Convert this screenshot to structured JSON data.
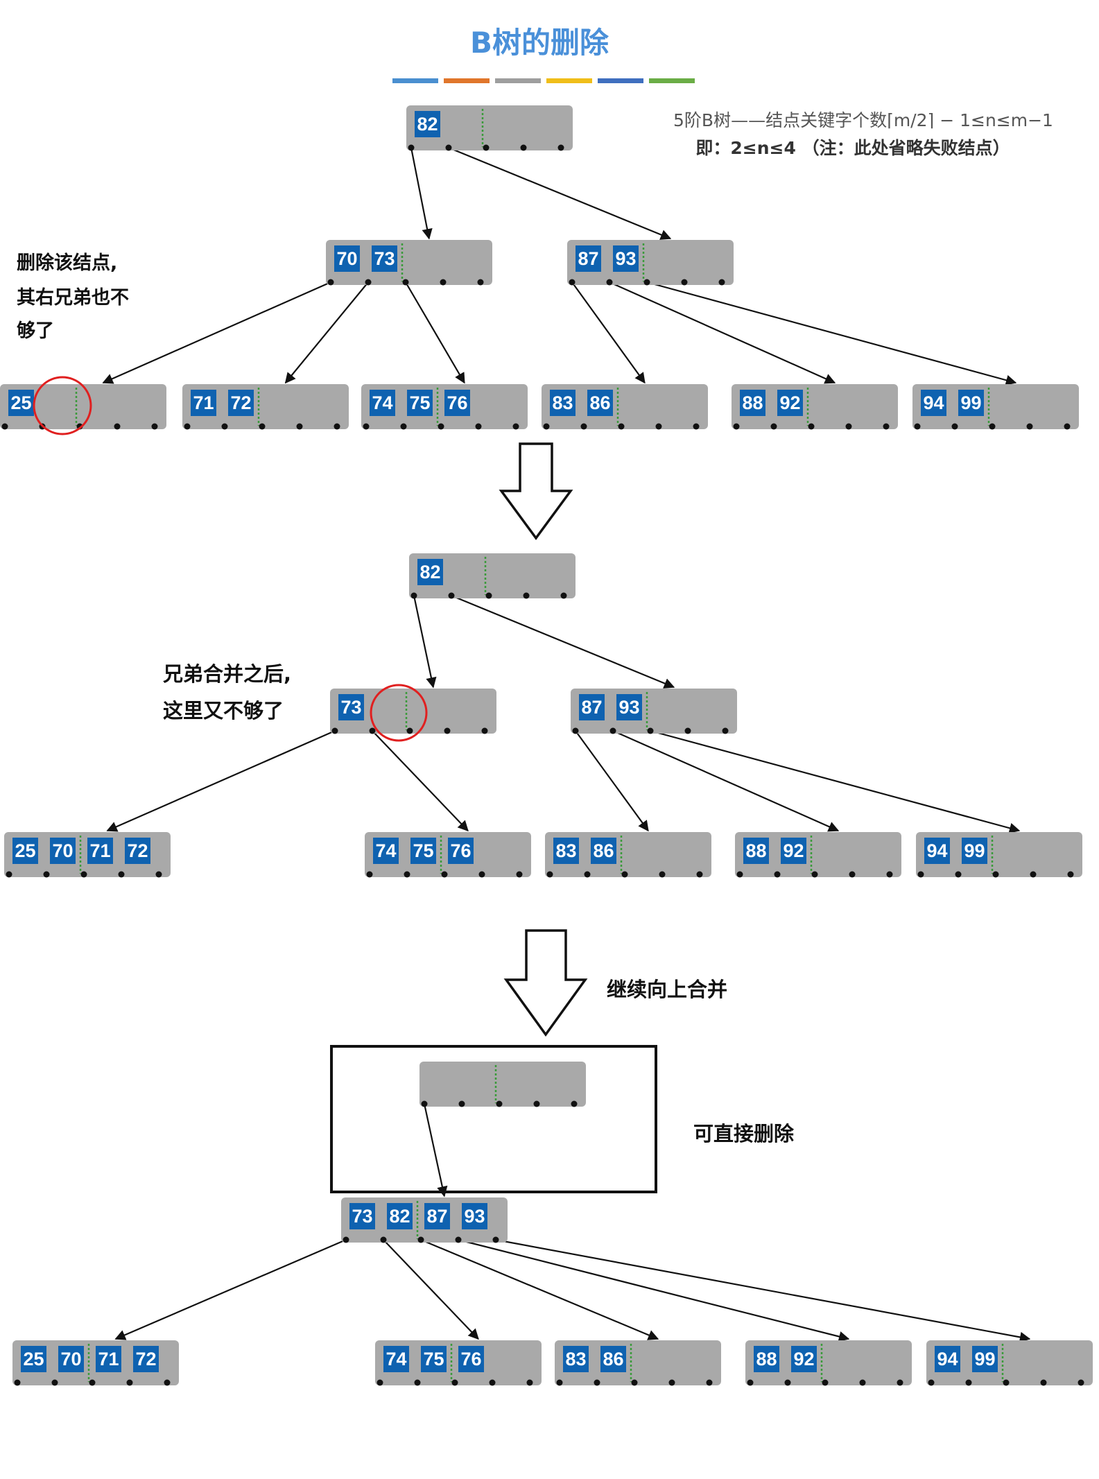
{
  "title": "B树的删除",
  "title_bar_colors": [
    "#4a8fd0",
    "#e0762b",
    "#9e9e9e",
    "#f0be19",
    "#3f6fbf",
    "#6aad46"
  ],
  "rule_line1": "5阶B树——结点关键字个数⌈m/2⌉ − 1≤n≤m−1",
  "rule_line2": "即：2≤n≤4 （注：此处省略失败结点）",
  "annotations": {
    "step1": [
      "删除该结点,",
      "其右兄弟也不",
      "够了"
    ],
    "step2": [
      "兄弟合并之后,",
      "这里又不够了"
    ],
    "step3": "继续向上合并",
    "step4": "可直接删除"
  },
  "colors": {
    "node_fill": "#a9a9a9",
    "key_fill": "#0f62b0",
    "key_text": "#ffffff",
    "divider": "#3a9a3a",
    "highlight_circle": "#e02020",
    "title_color": "#4a90d9"
  },
  "stages": [
    {
      "nodes": [
        {
          "keys": [
            "82"
          ]
        },
        {
          "keys": [
            "70",
            "73"
          ]
        },
        {
          "keys": [
            "87",
            "93"
          ]
        },
        {
          "keys": [
            "25"
          ]
        },
        {
          "keys": [
            "71",
            "72"
          ]
        },
        {
          "keys": [
            "74",
            "75",
            "76"
          ]
        },
        {
          "keys": [
            "83",
            "86"
          ]
        },
        {
          "keys": [
            "88",
            "92"
          ]
        },
        {
          "keys": [
            "94",
            "99"
          ]
        }
      ]
    },
    {
      "nodes": [
        {
          "keys": [
            "82"
          ]
        },
        {
          "keys": [
            "73"
          ]
        },
        {
          "keys": [
            "87",
            "93"
          ]
        },
        {
          "keys": [
            "25",
            "70",
            "71",
            "72"
          ]
        },
        {
          "keys": [
            "74",
            "75",
            "76"
          ]
        },
        {
          "keys": [
            "83",
            "86"
          ]
        },
        {
          "keys": [
            "88",
            "92"
          ]
        },
        {
          "keys": [
            "94",
            "99"
          ]
        }
      ]
    },
    {
      "nodes": [
        {
          "keys": []
        },
        {
          "keys": [
            "73",
            "82",
            "87",
            "93"
          ]
        },
        {
          "keys": [
            "25",
            "70",
            "71",
            "72"
          ]
        },
        {
          "keys": [
            "74",
            "75",
            "76"
          ]
        },
        {
          "keys": [
            "83",
            "86"
          ]
        },
        {
          "keys": [
            "88",
            "92"
          ]
        },
        {
          "keys": [
            "94",
            "99"
          ]
        }
      ]
    }
  ]
}
